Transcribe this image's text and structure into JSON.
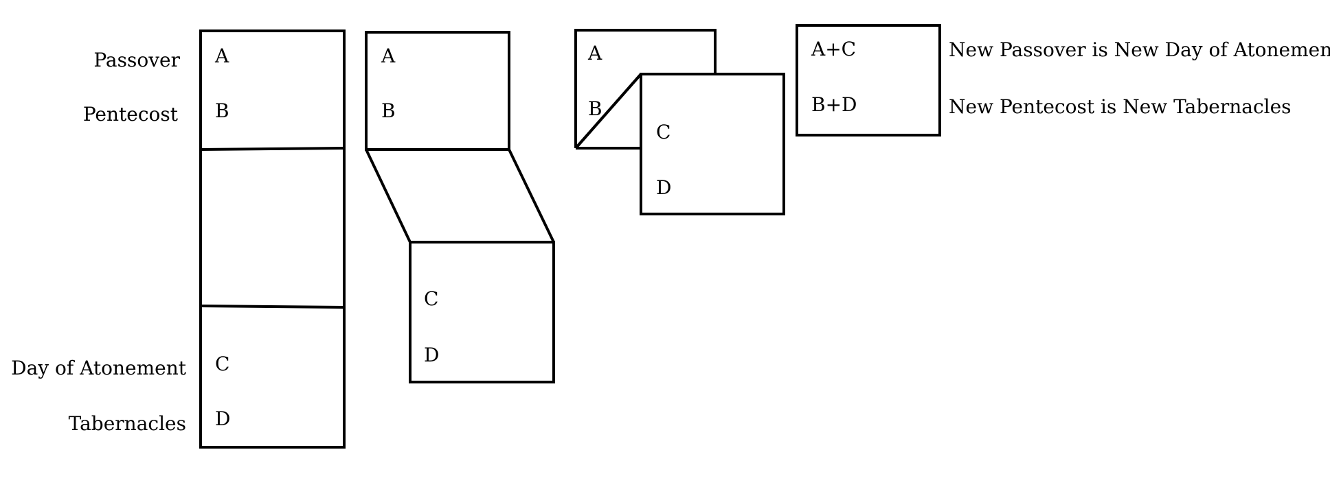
{
  "feasts": {
    "passover": "Passover",
    "pentecost": "Pentecost",
    "atonement": "Day of Atonement",
    "tabernacles": "Tabernacles"
  },
  "step1": {
    "a": "A",
    "b": "B",
    "c": "C",
    "d": "D"
  },
  "step2": {
    "a": "A",
    "b": "B",
    "c": "C",
    "d": "D"
  },
  "step3": {
    "a": "A",
    "b": "B",
    "c": "C",
    "d": "D"
  },
  "step4": {
    "ac": "A+C",
    "bd": "B+D"
  },
  "conclusions": {
    "line1": "New Passover is New Day of Atonement",
    "line2": "New Pentecost is New Tabernacles"
  },
  "colors": {
    "stroke": "#000000",
    "background": "#ffffff"
  }
}
